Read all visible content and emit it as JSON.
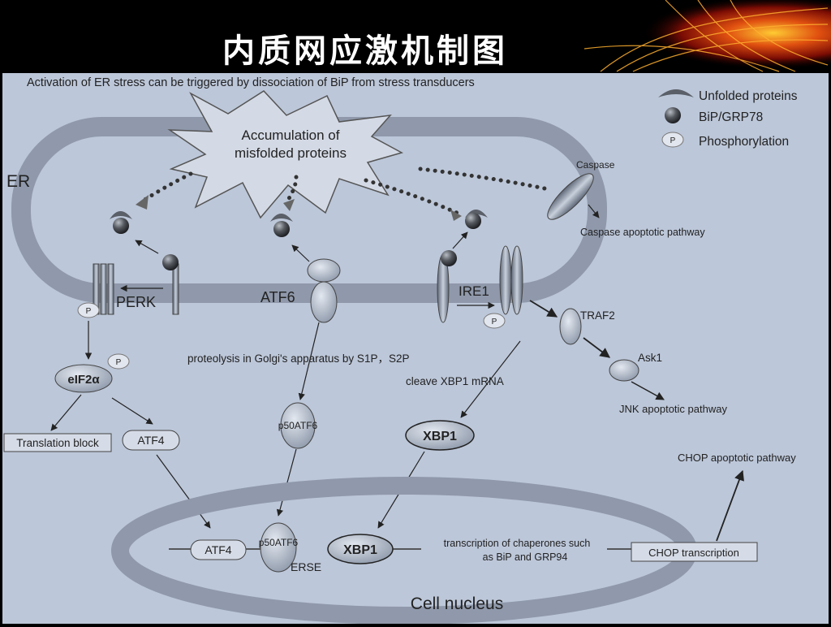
{
  "slide": {
    "title": "内质网应激机制图"
  },
  "diagram": {
    "header": "Activation of ER stress can be triggered by dissociation of BiP from stress transducers",
    "burst_line1": "Accumulation of",
    "burst_line2": "misfolded proteins",
    "legend": {
      "unfolded": "Unfolded proteins",
      "bip": "BiP/GRP78",
      "phospho": "Phosphorylation",
      "p_mark": "P"
    },
    "er": "ER",
    "perk": "PERK",
    "atf6": "ATF6",
    "ire1": "IRE1",
    "caspase": "Caspase",
    "caspase_pathway": "Caspase apoptotic pathway",
    "traf2": "TRAF2",
    "ask1": "Ask1",
    "jnk_pathway": "JNK apoptotic pathway",
    "eif2a": "eIF2α",
    "translation_block": "Translation block",
    "atf4": "ATF4",
    "proteolysis": "proteolysis in Golgi's apparatus by S1P，S2P",
    "cleave": "cleave XBP1 mRNA",
    "p50atf6": "p50ATF6",
    "xbp1": "XBP1",
    "chop_pathway": "CHOP apoptotic pathway",
    "nucleus": {
      "atf4": "ATF4",
      "p50atf6": "p50ATF6",
      "xbp1": "XBP1",
      "erse": "ERSE",
      "transcription1": "transcription of chaperones such",
      "transcription2": "as BiP and GRP94",
      "chop_transcription": "CHOP transcription",
      "label": "Cell nucleus"
    }
  }
}
